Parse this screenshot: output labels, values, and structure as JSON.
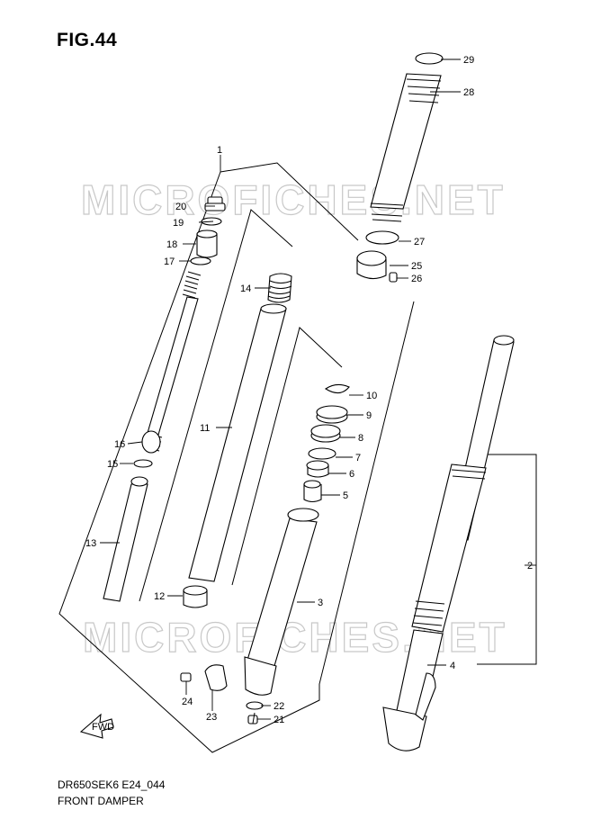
{
  "figure": {
    "title": "FIG.44",
    "model_code": "DR650SEK6 E24_044",
    "name": "FRONT DAMPER",
    "watermark": "MICROFICHES.NET",
    "direction_label": "FWD"
  },
  "callouts": [
    "1",
    "2",
    "3",
    "4",
    "5",
    "6",
    "7",
    "8",
    "9",
    "10",
    "11",
    "12",
    "13",
    "14",
    "15",
    "16",
    "17",
    "18",
    "19",
    "20",
    "21",
    "22",
    "23",
    "24",
    "25",
    "26",
    "27",
    "28",
    "29"
  ]
}
